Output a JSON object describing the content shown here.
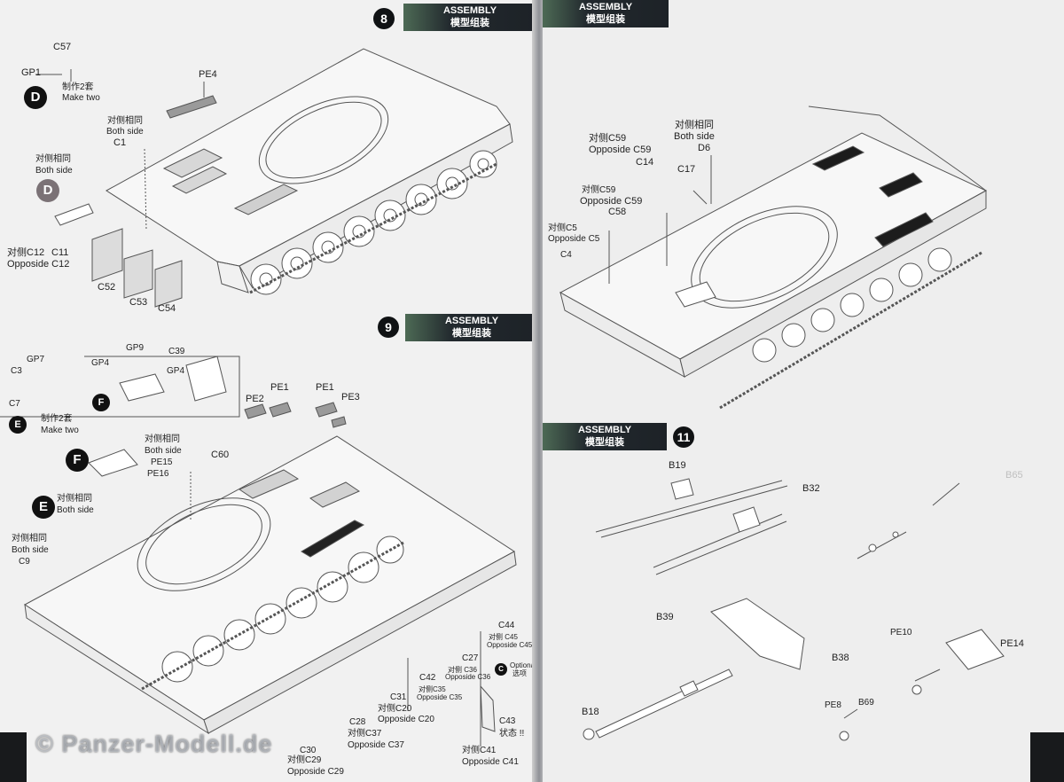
{
  "watermark": "© Panzer-Modell.de",
  "headers": {
    "assembly_en": "ASSEMBLY",
    "assembly_cn": "模型组装"
  },
  "steps": {
    "step8": "8",
    "step9": "9",
    "step11": "11"
  },
  "badges": {
    "d": "D",
    "e": "E",
    "f": "F",
    "optional_icon": "C"
  },
  "step8": {
    "c57": "C57",
    "gp1": "GP1",
    "make_two_cn": "制作2套",
    "make_two_en": "Make two",
    "pe4": "PE4",
    "both_cn_1": "对侧相同",
    "both_en_1": "Both side",
    "c1": "C1",
    "both_cn_2": "对侧相同",
    "both_en_2": "Both side",
    "opp_c12_cn": "对侧C12",
    "c11": "C11",
    "opp_c12_en": "Opposide C12",
    "c52": "C52",
    "c53": "C53",
    "c54": "C54"
  },
  "step9": {
    "gp7": "GP7",
    "c3": "C3",
    "c7": "C7",
    "make_two_cn": "制作2套",
    "make_two_en": "Make two",
    "gp9": "GP9",
    "gp4a": "GP4",
    "gp4b": "GP4",
    "c39": "C39",
    "pe2": "PE2",
    "pe1a": "PE1",
    "pe1b": "PE1",
    "pe3": "PE3",
    "both_cn_f": "对侧相同",
    "both_en_f": "Both side",
    "pe15": "PE15",
    "pe16": "PE16",
    "c60": "C60",
    "both_cn_e": "对侧相同",
    "both_en_e": "Both side",
    "both_cn_c9": "对侧相同",
    "both_en_c9": "Both side",
    "c9": "C9",
    "c44": "C44",
    "opp_c45_cn": "对侧 C45",
    "opp_c45_en": "Opposide C45",
    "c27": "C27",
    "opp_c36_cn": "对侧 C36",
    "opp_c36_en": "Opposide C36",
    "optional_cn": "Optional",
    "optional_cn2": "选项",
    "c42": "C42",
    "opp_c35_cn": "对侧C35",
    "opp_c35_en": "Opposide C35",
    "c31": "C31",
    "opp_c20_cn": "对侧C20",
    "opp_c20_en": "Opposide C20",
    "c43": "C43",
    "state_cn": "状态 !!",
    "c28": "C28",
    "opp_c37_cn": "对侧C37",
    "opp_c37_en": "Opposide C37",
    "c30": "C30",
    "opp_c29_cn": "对侧C29",
    "opp_c29_en": "Opposide C29",
    "opp_c41_cn": "对侧C41",
    "opp_c41_en": "Opposide C41"
  },
  "step10": {
    "both_cn": "对侧相同",
    "both_en": "Both side",
    "d6": "D6",
    "opp_c59_cn_1": "对侧C59",
    "opp_c59_en_1": "Opposide C59",
    "c14": "C14",
    "c17": "C17",
    "opp_c59_cn_2": "对侧C59",
    "opp_c59_en_2": "Opposide C59",
    "c58": "C58",
    "opp_c5_cn": "对侧C5",
    "opp_c5_en": "Opposide C5",
    "c4": "C4"
  },
  "step11": {
    "b19": "B19",
    "b32": "B32",
    "b65": "B65",
    "b39": "B39",
    "b38": "B38",
    "pe10": "PE10",
    "pe14": "PE14",
    "b18": "B18",
    "pe8": "PE8",
    "b69": "B69"
  },
  "colors": {
    "header_bg": "#1d2227",
    "page_bg": "#f1f1f1",
    "line_art": "#555555"
  }
}
